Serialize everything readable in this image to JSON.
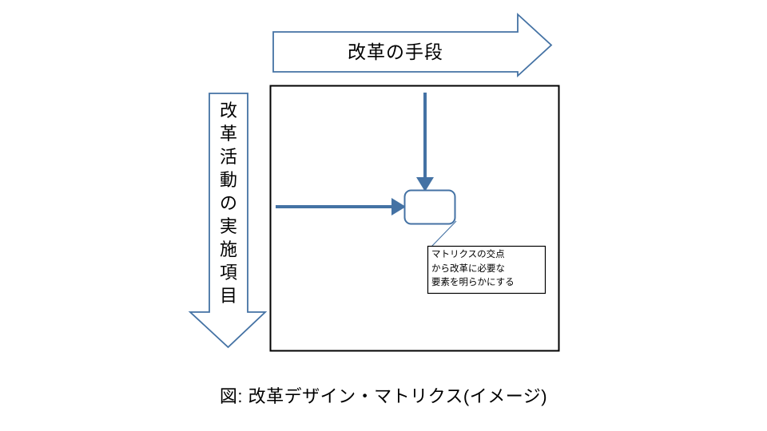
{
  "figure": {
    "background_color": "#FFFFFF",
    "accent_blue": "#4472A4",
    "outline_black": "#000000",
    "caption": "図: 改革デザイン・マトリクス(イメージ)"
  },
  "horizontal_arrow": {
    "label": "改革の手段",
    "direction": "right",
    "stroke": "#4472A4",
    "fill": "#FFFFFF"
  },
  "vertical_arrow": {
    "label": "改革活動の実施項目",
    "chars": [
      "改",
      "革",
      "活",
      "動",
      "の",
      "実",
      "施",
      "項",
      "目"
    ],
    "direction": "down",
    "stroke": "#4472A4",
    "fill": "#FFFFFF"
  },
  "matrix": {
    "border_color": "#000000",
    "fill": "#FFFFFF"
  },
  "inner_arrows": {
    "down_arrow_color": "#4472A4",
    "right_arrow_color": "#4472A4"
  },
  "intersection_node": {
    "label": "",
    "stroke": "#4472A4",
    "fill": "#FFFFFF"
  },
  "callout": {
    "lines": [
      "マトリクスの交点",
      "から改革に必要な",
      "要素を明らかにする"
    ],
    "border_color": "#000000",
    "fill": "#FFFFFF",
    "leader_color": "#4472A4"
  }
}
